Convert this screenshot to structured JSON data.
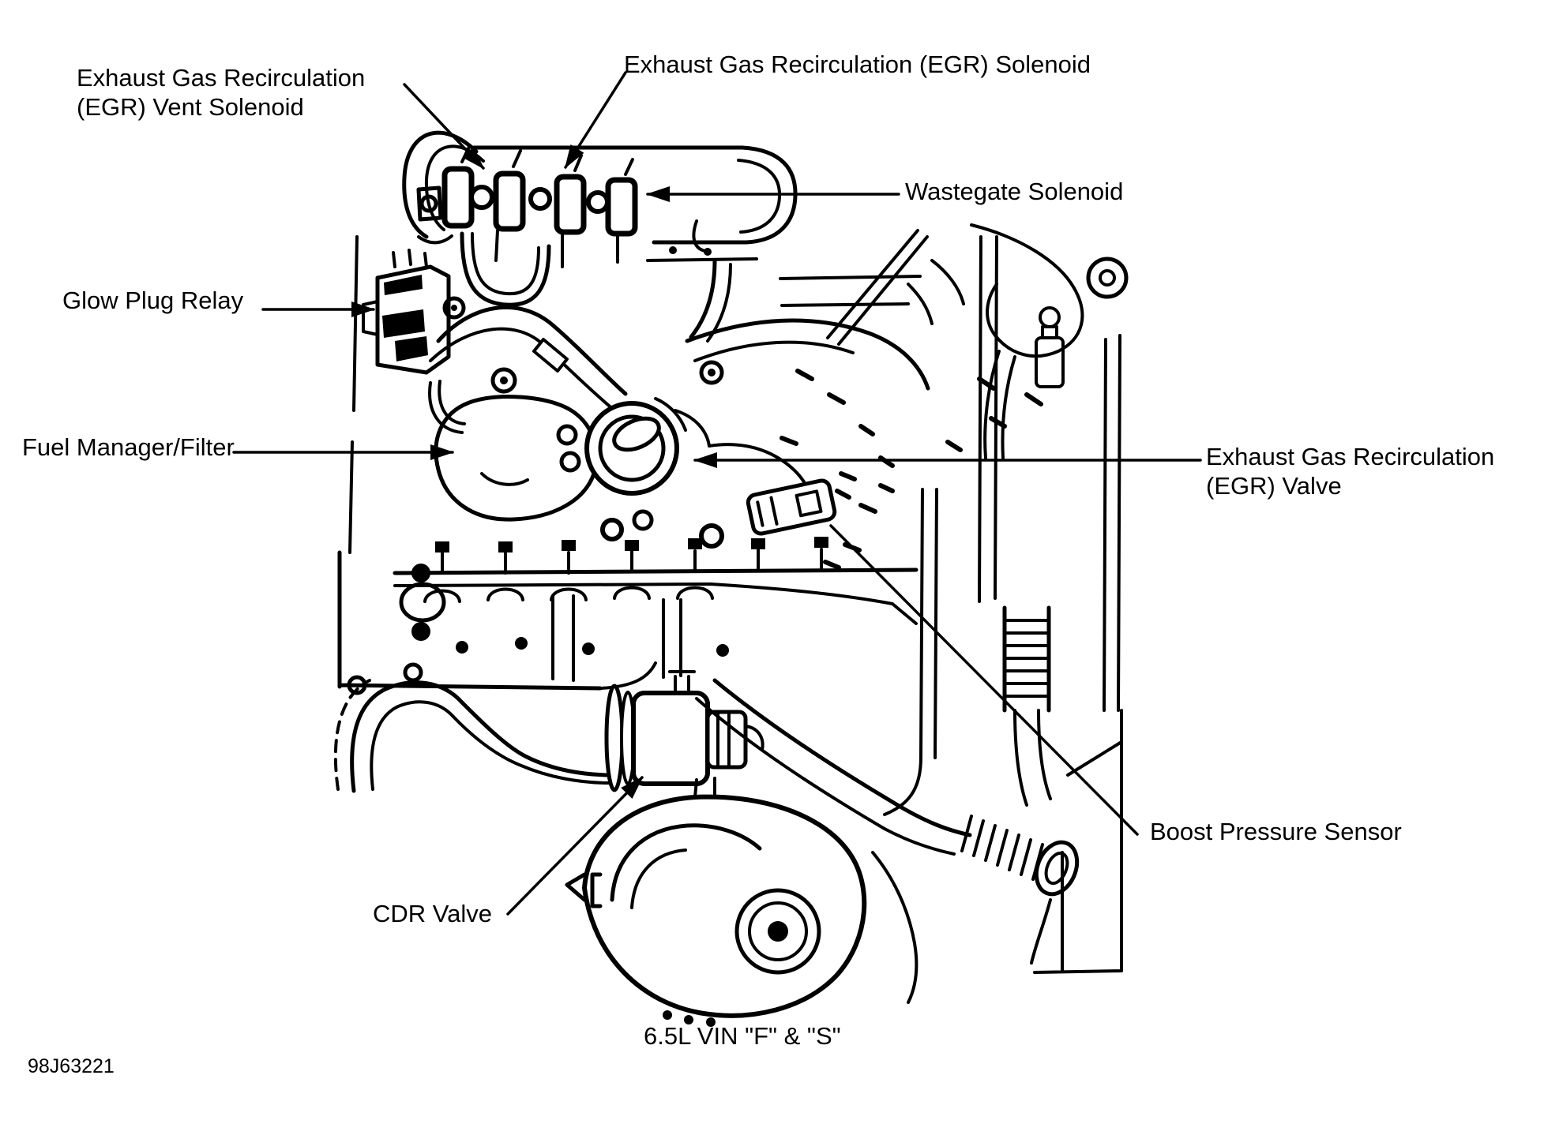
{
  "diagram": {
    "type": "engine-component-location-line-art",
    "caption": "6.5L VIN \"F\" & \"S\"",
    "doc_number": "98J63221",
    "colors": {
      "ink": "#000000",
      "background": "#ffffff"
    },
    "labels": [
      {
        "id": "egr-vent-solenoid",
        "text": "Exhaust Gas Recirculation\n(EGR) Vent Solenoid"
      },
      {
        "id": "egr-solenoid",
        "text": "Exhaust Gas Recirculation (EGR) Solenoid"
      },
      {
        "id": "wastegate-solenoid",
        "text": "Wastegate Solenoid"
      },
      {
        "id": "glow-plug-relay",
        "text": "Glow Plug Relay"
      },
      {
        "id": "fuel-manager-filter",
        "text": "Fuel Manager/Filter"
      },
      {
        "id": "egr-valve",
        "text": "Exhaust Gas Recirculation\n(EGR) Valve"
      },
      {
        "id": "boost-pressure-sensor",
        "text": "Boost Pressure Sensor"
      },
      {
        "id": "cdr-valve",
        "text": "CDR Valve"
      }
    ]
  }
}
